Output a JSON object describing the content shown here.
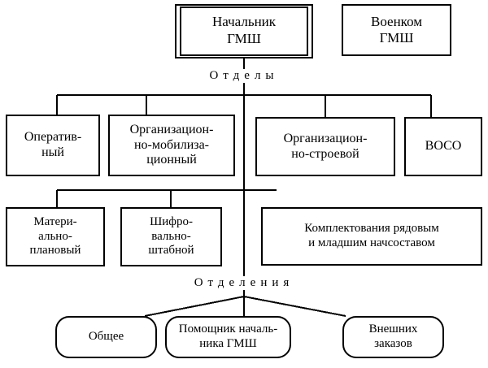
{
  "diagram": {
    "title_hidden": "",
    "colors": {
      "line": "#000000",
      "box_fill": "#ffffff",
      "text": "#000000"
    },
    "top_level": [
      {
        "id": "chief",
        "label": "Начальник\nГМШ",
        "style": "double-border"
      },
      {
        "id": "commissar",
        "label": "Военком\nГМШ",
        "style": "single-border"
      }
    ],
    "section_labels": [
      {
        "id": "departments",
        "label": "Отделы"
      },
      {
        "id": "subdivisions",
        "label": "Отделения"
      }
    ],
    "departments_row1": [
      {
        "id": "operational",
        "label": "Оператив-\nный"
      },
      {
        "id": "org-mobilization",
        "label": "Организацион-\nно-мобилиза-\nционный"
      },
      {
        "id": "org-construction",
        "label": "Организацион-\nно-строевой"
      },
      {
        "id": "voso",
        "label": "ВОСО"
      }
    ],
    "departments_row2": [
      {
        "id": "material-planning",
        "label": "Матери-\nально-\nплановый"
      },
      {
        "id": "cipher-staff",
        "label": "Шифро-\nвально-\nштабной"
      },
      {
        "id": "recruitment",
        "label": "Комплектования рядовым\nи младшим начсоставом"
      }
    ],
    "subdivisions": [
      {
        "id": "general",
        "label": "Общее"
      },
      {
        "id": "assistant-chief",
        "label": "Помощник началь-\nника ГМШ"
      },
      {
        "id": "external-orders",
        "label": "Внешних\nзаказов"
      }
    ]
  }
}
